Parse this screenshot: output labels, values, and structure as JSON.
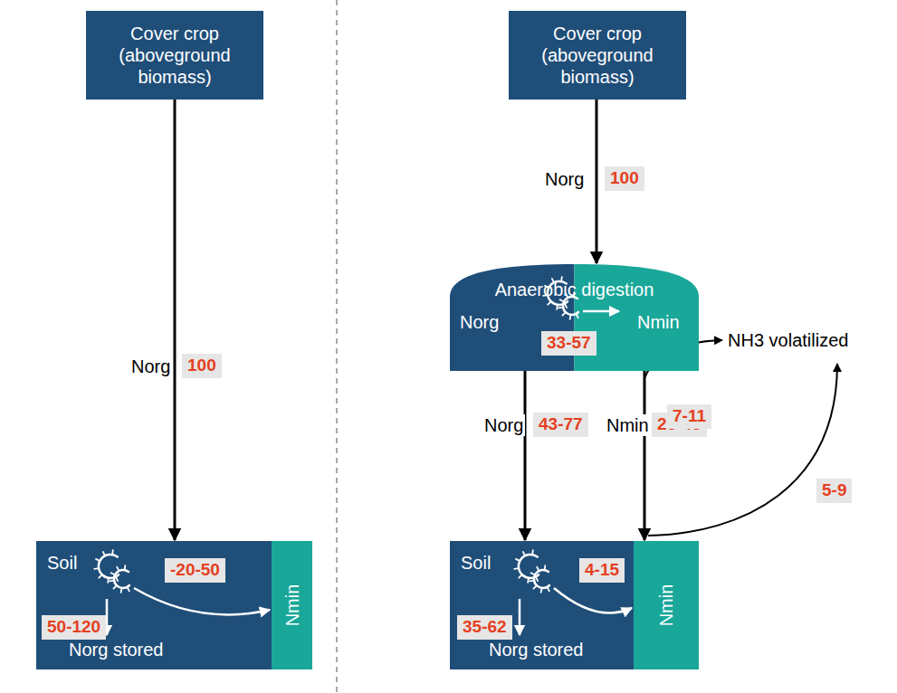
{
  "diagram": {
    "nodes": [
      {
        "text": [
          "Cover crop (aboveground biomass)"
        ]
      },
      {
        "text": [
          "Soil"
        ]
      },
      {
        "text": [
          "Nmin"
        ],
        "in": 1
      },
      {
        "text": [
          "Cover crop (aboveground biomass)"
        ]
      },
      {
        "text": [
          "Anaerobic digestion"
        ]
      },
      {
        "text": [
          "Soil"
        ]
      },
      {
        "text": [
          "Nmin"
        ],
        "in": 5
      }
    ],
    "edges": [
      {
        "from": 0,
        "to": 1,
        "arrow": "to"
      },
      {
        "from": 3,
        "to": 4,
        "arrow": "to"
      },
      {
        "from": 4,
        "to": 5,
        "arrow": "to"
      },
      {
        "from": 4,
        "to": 6,
        "arrow": "to"
      }
    ],
    "labels": [
      "Norg",
      "100",
      "-20-50",
      "50-120",
      "Norg stored",
      "Norg",
      "100",
      "Norg",
      "Nmin",
      "33-57",
      "Norg",
      "43-77",
      "Nmin",
      "26-46",
      "NH3 volatilized",
      "7-11",
      "5-9",
      "4-15",
      "35-62",
      "Norg stored"
    ]
  }
}
